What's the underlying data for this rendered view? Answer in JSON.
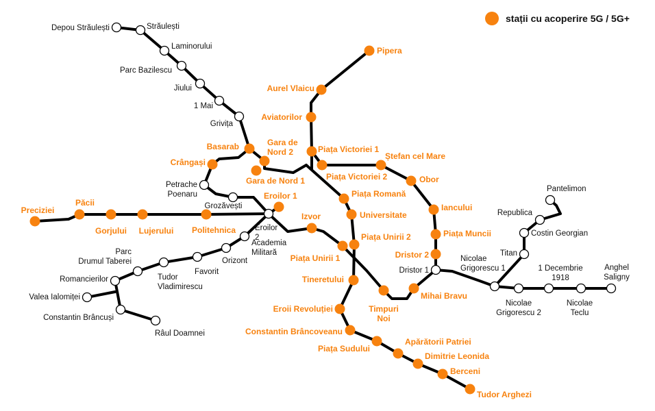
{
  "legend": {
    "label": "stații cu acoperire 5G / 5G+",
    "color": "#f7820f"
  },
  "colors": {
    "coverage": "#f7820f",
    "track": "#000000",
    "plain_station_fill": "#ffffff",
    "plain_text": "#111111"
  },
  "stations": [
    {
      "id": "depou-straulesti",
      "name": "Depou Străulești",
      "fiveg": false
    },
    {
      "id": "straulesti",
      "name": "Străulești",
      "fiveg": false
    },
    {
      "id": "laminorului",
      "name": "Laminorului",
      "fiveg": false
    },
    {
      "id": "parc-bazilescu",
      "name": "Parc Bazilescu",
      "fiveg": false
    },
    {
      "id": "jiului",
      "name": "Jiului",
      "fiveg": false
    },
    {
      "id": "1-mai",
      "name": "1 Mai",
      "fiveg": false
    },
    {
      "id": "grivita",
      "name": "Grivița",
      "fiveg": false
    },
    {
      "id": "basarab",
      "name": "Basarab",
      "fiveg": true
    },
    {
      "id": "gara-de-nord-2",
      "name": "Gara de Nord 2",
      "fiveg": true
    },
    {
      "id": "gara-de-nord-1",
      "name": "Gara de Nord 1",
      "fiveg": true
    },
    {
      "id": "crangasi",
      "name": "Crângași",
      "fiveg": true
    },
    {
      "id": "petrache-poenaru",
      "name": "Petrache Poenaru",
      "fiveg": false
    },
    {
      "id": "grozavesti",
      "name": "Grozăvești",
      "fiveg": false
    },
    {
      "id": "eroilor-1",
      "name": "Eroilor 1",
      "fiveg": true
    },
    {
      "id": "eroilor-2",
      "name": "Eroilor 2",
      "fiveg": false
    },
    {
      "id": "preciziei",
      "name": "Preciziei",
      "fiveg": true
    },
    {
      "id": "pacii",
      "name": "Păcii",
      "fiveg": true
    },
    {
      "id": "gorjului",
      "name": "Gorjului",
      "fiveg": true
    },
    {
      "id": "lujerului",
      "name": "Lujerului",
      "fiveg": true
    },
    {
      "id": "politehnica",
      "name": "Politehnica",
      "fiveg": true
    },
    {
      "id": "izvor",
      "name": "Izvor",
      "fiveg": true
    },
    {
      "id": "piata-unirii-1",
      "name": "Piața Unirii 1",
      "fiveg": true
    },
    {
      "id": "piata-unirii-2",
      "name": "Piața Unirii 2",
      "fiveg": true
    },
    {
      "id": "pipera",
      "name": "Pipera",
      "fiveg": true
    },
    {
      "id": "aurel-vlaicu",
      "name": "Aurel Vlaicu",
      "fiveg": true
    },
    {
      "id": "aviatorilor",
      "name": "Aviatorilor",
      "fiveg": true
    },
    {
      "id": "piata-victoriei-1",
      "name": "Piața Victoriei 1",
      "fiveg": true
    },
    {
      "id": "piata-victoriei-2",
      "name": "Piața Victoriei 2",
      "fiveg": true
    },
    {
      "id": "stefan-cel-mare",
      "name": "Ștefan cel Mare",
      "fiveg": true
    },
    {
      "id": "obor",
      "name": "Obor",
      "fiveg": true
    },
    {
      "id": "iancului",
      "name": "Iancului",
      "fiveg": true
    },
    {
      "id": "piata-muncii",
      "name": "Piața Muncii",
      "fiveg": true
    },
    {
      "id": "dristor-2",
      "name": "Dristor 2",
      "fiveg": true
    },
    {
      "id": "dristor-1",
      "name": "Dristor 1",
      "fiveg": false
    },
    {
      "id": "mihai-bravu",
      "name": "Mihai Bravu",
      "fiveg": true
    },
    {
      "id": "timpuri-noi",
      "name": "Timpuri Noi",
      "fiveg": true
    },
    {
      "id": "piata-romana",
      "name": "Piața Romană",
      "fiveg": true
    },
    {
      "id": "universitate",
      "name": "Universitate",
      "fiveg": true
    },
    {
      "id": "tineretului",
      "name": "Tineretului",
      "fiveg": true
    },
    {
      "id": "eroii-revolutiei",
      "name": "Eroii Revoluției",
      "fiveg": true
    },
    {
      "id": "constantin-brancoveanu",
      "name": "Constantin Brâncoveanu",
      "fiveg": true
    },
    {
      "id": "piata-sudului",
      "name": "Piața Sudului",
      "fiveg": true
    },
    {
      "id": "aparatorii-patriei",
      "name": "Apărătorii Patriei",
      "fiveg": true
    },
    {
      "id": "dimitrie-leonida",
      "name": "Dimitrie Leonida",
      "fiveg": true
    },
    {
      "id": "berceni",
      "name": "Berceni",
      "fiveg": true
    },
    {
      "id": "tudor-arghezi",
      "name": "Tudor Arghezi",
      "fiveg": true
    },
    {
      "id": "academia-militara",
      "name": "Academia Militară",
      "fiveg": false
    },
    {
      "id": "orizont",
      "name": "Orizont",
      "fiveg": false
    },
    {
      "id": "favorit",
      "name": "Favorit",
      "fiveg": false
    },
    {
      "id": "tudor-vladimirescu",
      "name": "Tudor Vladimirescu",
      "fiveg": false
    },
    {
      "id": "parc-drumul-taberei",
      "name": "Parc Drumul Taberei",
      "fiveg": false
    },
    {
      "id": "romancierilor",
      "name": "Romancierilor",
      "fiveg": false
    },
    {
      "id": "valea-ialomitei",
      "name": "Valea Ialomiței",
      "fiveg": false
    },
    {
      "id": "constantin-brancusi",
      "name": "Constantin Brâncuși",
      "fiveg": false
    },
    {
      "id": "raul-doamnei",
      "name": "Râul Doamnei",
      "fiveg": false
    },
    {
      "id": "nicolae-grigorescu-1",
      "name": "Nicolae Grigorescu 1",
      "fiveg": false
    },
    {
      "id": "nicolae-grigorescu-2",
      "name": "Nicolae Grigorescu 2",
      "fiveg": false
    },
    {
      "id": "1-decembrie-1918",
      "name": "1 Decembrie 1918",
      "fiveg": false
    },
    {
      "id": "nicolae-teclu",
      "name": "Nicolae Teclu",
      "fiveg": false
    },
    {
      "id": "anghel-saligny",
      "name": "Anghel Saligny",
      "fiveg": false
    },
    {
      "id": "titan",
      "name": "Titan",
      "fiveg": false
    },
    {
      "id": "costin-georgian",
      "name": "Costin Georgian",
      "fiveg": false
    },
    {
      "id": "republica",
      "name": "Republica",
      "fiveg": false
    },
    {
      "id": "pantelimon",
      "name": "Pantelimon",
      "fiveg": false
    }
  ]
}
